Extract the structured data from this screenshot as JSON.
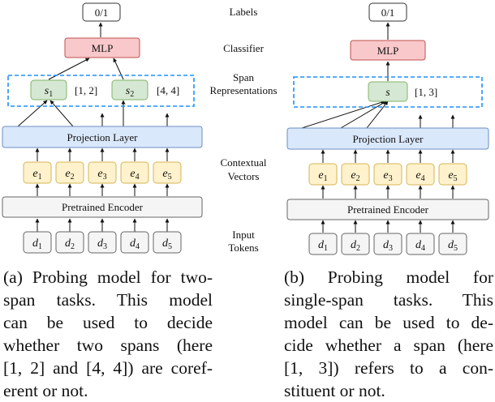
{
  "middle_labels": {
    "labels": "Labels",
    "classifier": "Classifier",
    "span_repr_1": "Span",
    "span_repr_2": "Representations",
    "contextual_1": "Contextual",
    "contextual_2": "Vectors",
    "input_1": "Input",
    "input_2": "Tokens"
  },
  "left_panel": {
    "label_box": "0/1",
    "mlp": "MLP",
    "span1": "s",
    "span1_sub": "1",
    "span1_range": "[1, 2]",
    "span2": "s",
    "span2_sub": "2",
    "span2_range": "[4, 4]",
    "projection": "Projection Layer",
    "encoder": "Pretrained Encoder",
    "vectors": [
      {
        "v": "e",
        "s": "1"
      },
      {
        "v": "e",
        "s": "2"
      },
      {
        "v": "e",
        "s": "3"
      },
      {
        "v": "e",
        "s": "4"
      },
      {
        "v": "e",
        "s": "5"
      }
    ],
    "tokens": [
      {
        "v": "d",
        "s": "1"
      },
      {
        "v": "d",
        "s": "2"
      },
      {
        "v": "d",
        "s": "3"
      },
      {
        "v": "d",
        "s": "4"
      },
      {
        "v": "d",
        "s": "5"
      }
    ],
    "caption_lines": [
      "(a) Probing model for two-",
      "span tasks.  This model",
      "can be used to decide",
      "whether two spans (here",
      "[1, 2] and [4, 4]) are coref-",
      "erent or not."
    ]
  },
  "right_panel": {
    "label_box": "0/1",
    "mlp": "MLP",
    "span": "s",
    "span_range": "[1, 3]",
    "projection": "Projection Layer",
    "encoder": "Pretrained Encoder",
    "vectors": [
      {
        "v": "e",
        "s": "1"
      },
      {
        "v": "e",
        "s": "2"
      },
      {
        "v": "e",
        "s": "3"
      },
      {
        "v": "e",
        "s": "4"
      },
      {
        "v": "e",
        "s": "5"
      }
    ],
    "tokens": [
      {
        "v": "d",
        "s": "1"
      },
      {
        "v": "d",
        "s": "2"
      },
      {
        "v": "d",
        "s": "3"
      },
      {
        "v": "d",
        "s": "4"
      },
      {
        "v": "d",
        "s": "5"
      }
    ],
    "caption_lines": [
      "(b)  Probing model for",
      "single-span tasks.  This",
      "model can be used to de-",
      "cide whether a span (here",
      "[1, 3]) refers to a con-",
      "stituent or not."
    ]
  },
  "colors": {
    "mlp_fill": "#f8c8cb",
    "mlp_stroke": "#c0504d",
    "span_fill": "#d5e8d4",
    "span_stroke": "#82b366",
    "projection_fill": "#dae8fc",
    "projection_stroke": "#6c8ebf",
    "vector_fill": "#fff2cc",
    "vector_stroke": "#d6b656",
    "encoder_fill": "#f5f5f5",
    "encoder_stroke": "#666666",
    "token_fill": "#f5f5f5",
    "dashed_box": "#1e90ff"
  }
}
